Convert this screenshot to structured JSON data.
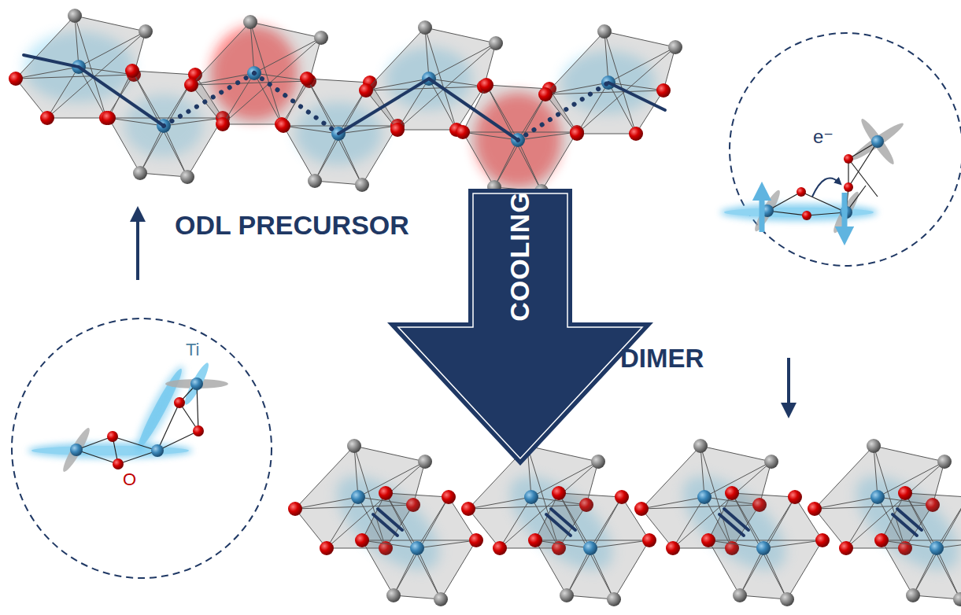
{
  "diagram": {
    "nodes": [
      {
        "text": [
          "COOLING"
        ]
      }
    ],
    "labels": [
      "ODL PRECURSOR",
      "DIMER",
      "Ti",
      "O",
      "e⁻"
    ]
  }
}
